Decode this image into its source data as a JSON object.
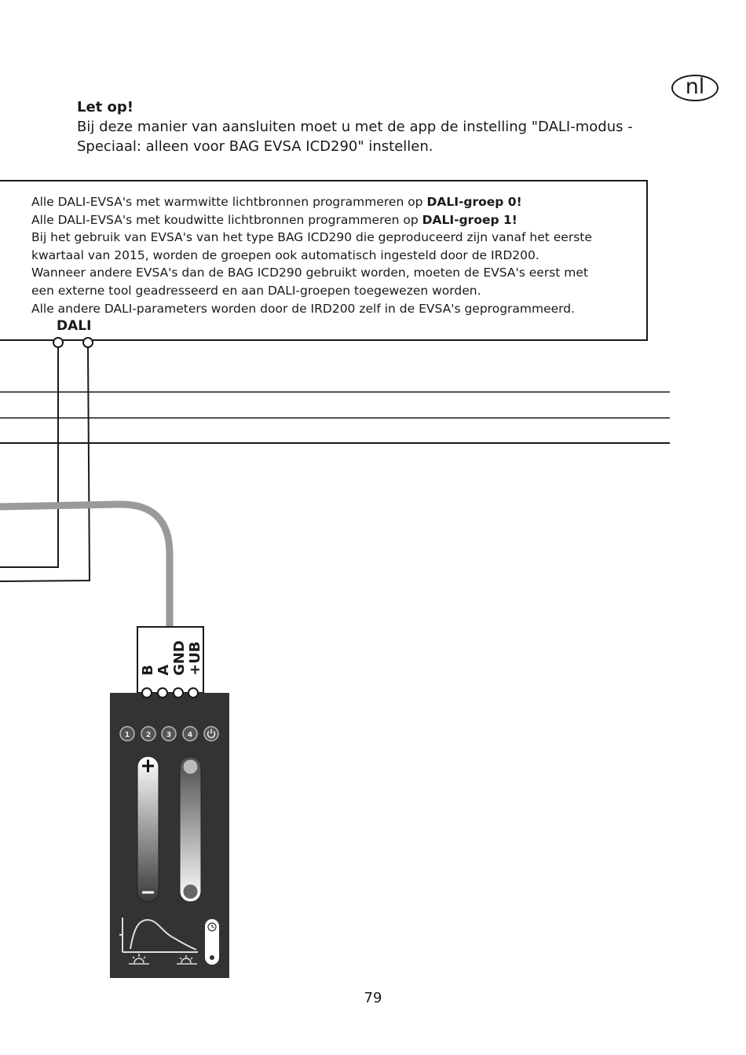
{
  "language_badge": "nl",
  "note": {
    "title": "Let op!",
    "line1": "Bij deze manier van aansluiten moet u met de app de instelling \"DALI-modus -",
    "line2": "Speciaal: alleen voor BAG EVSA ICD290\" instellen."
  },
  "info_box": {
    "line1_pre": "Alle DALI-EVSA's met warmwitte lichtbronnen programmeren op ",
    "line1_bold": "DALI-groep 0!",
    "line2_pre": "Alle DALI-EVSA's met koudwitte lichtbronnen programmeren op ",
    "line2_bold": "DALI-groep 1!",
    "line3": "Bij het gebruik van EVSA's van het type BAG ICD290 die geproduceerd zijn vanaf het eerste",
    "line4": "kwartaal van 2015, worden de groepen ook automatisch ingesteld door de IRD200.",
    "line5": "Wanneer andere EVSA's dan de BAG ICD290 gebruikt worden, moeten de EVSA's eerst met",
    "line6": "een externe tool geadresseerd en aan DALI-groepen toegewezen worden.",
    "line7": "Alle andere DALI-parameters worden door de IRD200 zelf in de EVSA's geprogrammeerd."
  },
  "dali_label": "DALI",
  "terminal_labels": [
    "B",
    "A",
    "GND",
    "+UB"
  ],
  "device_buttons": [
    "1",
    "2",
    "3",
    "4"
  ],
  "colors": {
    "device_body": "#343233",
    "cable_gray": "#9a9a9a",
    "line_dark": "#1a1a1a"
  },
  "page_number": "79"
}
